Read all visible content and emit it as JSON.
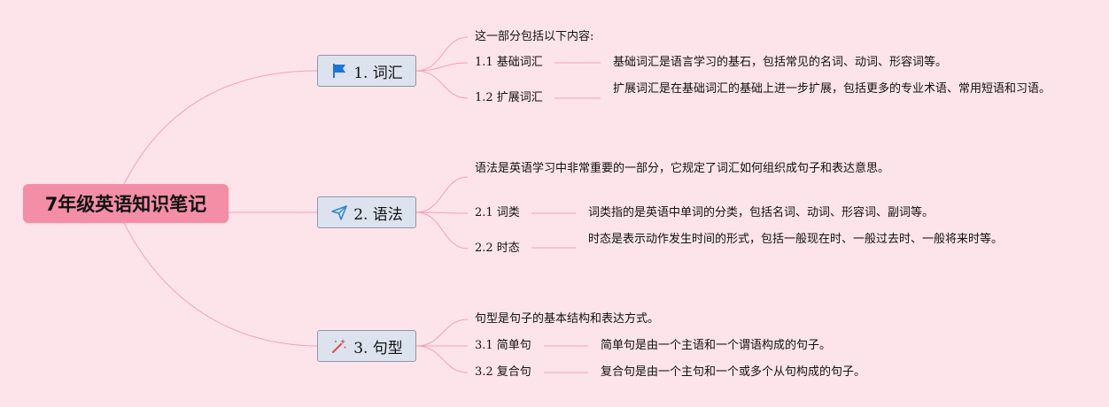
{
  "root": {
    "label": "7年级英语知识笔记"
  },
  "branches": [
    {
      "label": "1. 词汇",
      "icon": "flag-icon",
      "intro": "这一部分包括以下内容:",
      "children": [
        {
          "title": "1.1 基础词汇",
          "desc": "基础词汇是语言学习的基石，包括常见的名词、动词、形容词等。"
        },
        {
          "title": "1.2 扩展词汇",
          "desc": "扩展词汇是在基础词汇的基础上进一步扩展，包括更多的专业术语、常用短语和习语。"
        }
      ]
    },
    {
      "label": "2. 语法",
      "icon": "paper-plane-icon",
      "intro": "语法是英语学习中非常重要的一部分，它规定了词汇如何组织成句子和表达意思。",
      "children": [
        {
          "title": "2.1 词类",
          "desc": "词类指的是英语中单词的分类，包括名词、动词、形容词、副词等。"
        },
        {
          "title": "2.2 时态",
          "desc": "时态是表示动作发生时间的形式，包括一般现在时、一般过去时、一般将来时等。"
        }
      ]
    },
    {
      "label": "3. 句型",
      "icon": "magic-wand-icon",
      "intro": "句型是句子的基本结构和表达方式。",
      "children": [
        {
          "title": "3.1 简单句",
          "desc": "简单句是由一个主语和一个谓语构成的句子。"
        },
        {
          "title": "3.2 复合句",
          "desc": "复合句是由一个主句和一个或多个从句构成的句子。"
        }
      ]
    }
  ],
  "colors": {
    "background": "#fde4ea",
    "root": "#f48ea7",
    "branch_fill": "#dde3ee",
    "branch_border": "#8c97a8",
    "connector": "#f2a2b6",
    "flag": "#1e73d8",
    "plane": "#2f86d6",
    "wand": "#d9534f"
  }
}
